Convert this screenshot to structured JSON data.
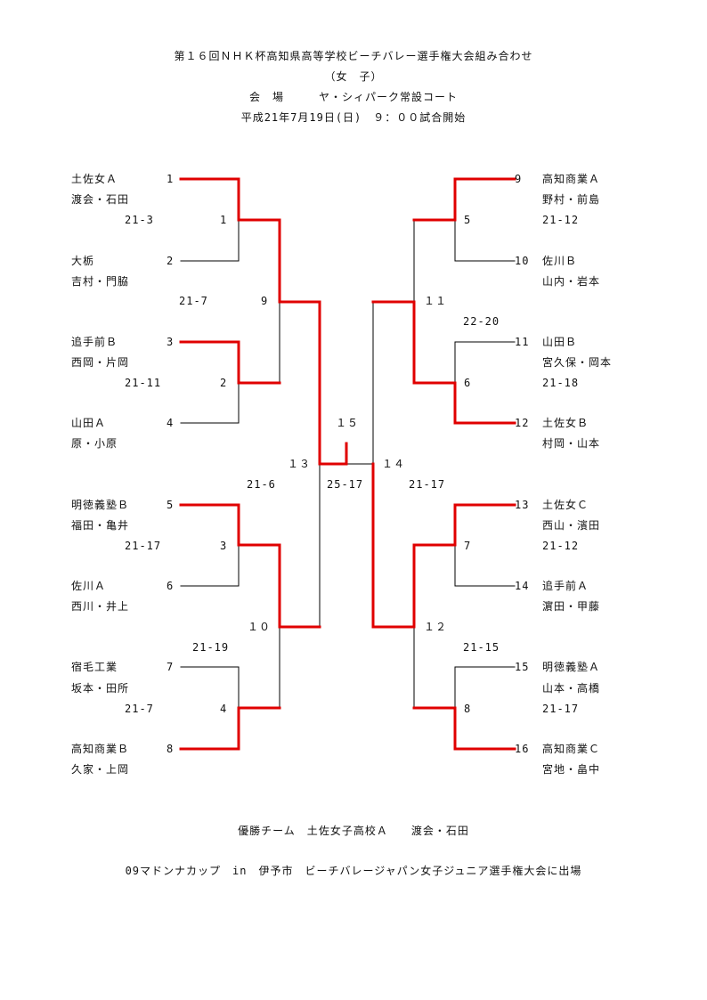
{
  "header": {
    "title": "第１６回ＮＨＫ杯高知県高等学校ビーチバレー選手権大会組み合わせ",
    "subtitle": "（女　子）",
    "venue": "会　場　　　ヤ・シィパーク常設コート",
    "date": "平成21年7月19日(日)　９：００試合開始"
  },
  "left_entries": [
    {
      "seed": "1",
      "team": "土佐女Ａ",
      "players": "渡会・石田"
    },
    {
      "seed": "2",
      "team": "大栃",
      "players": "吉村・門脇"
    },
    {
      "seed": "3",
      "team": "追手前Ｂ",
      "players": "西岡・片岡"
    },
    {
      "seed": "4",
      "team": "山田Ａ",
      "players": "原・小原"
    },
    {
      "seed": "5",
      "team": "明徳義塾Ｂ",
      "players": "福田・亀井"
    },
    {
      "seed": "6",
      "team": "佐川Ａ",
      "players": "西川・井上"
    },
    {
      "seed": "7",
      "team": "宿毛工業",
      "players": "坂本・田所"
    },
    {
      "seed": "8",
      "team": "高知商業Ｂ",
      "players": "久家・上岡"
    }
  ],
  "right_entries": [
    {
      "seed": "9",
      "team": "高知商業Ａ",
      "players": "野村・前島"
    },
    {
      "seed": "10",
      "team": "佐川Ｂ",
      "players": "山内・岩本"
    },
    {
      "seed": "11",
      "team": "山田Ｂ",
      "players": "宮久保・岡本"
    },
    {
      "seed": "12",
      "team": "土佐女Ｂ",
      "players": "村岡・山本"
    },
    {
      "seed": "13",
      "team": "土佐女Ｃ",
      "players": "西山・濱田"
    },
    {
      "seed": "14",
      "team": "追手前Ａ",
      "players": "濵田・甲藤"
    },
    {
      "seed": "15",
      "team": "明徳義塾Ａ",
      "players": "山本・高橋"
    },
    {
      "seed": "16",
      "team": "高知商業Ｃ",
      "players": "宮地・畠中"
    }
  ],
  "matches": {
    "m1": {
      "label": "1",
      "score": "21-3"
    },
    "m2": {
      "label": "2",
      "score": "21-11"
    },
    "m3": {
      "label": "3",
      "score": "21-17"
    },
    "m4": {
      "label": "4",
      "score": "21-7"
    },
    "m5": {
      "label": "5",
      "score": "21-12"
    },
    "m6": {
      "label": "6",
      "score": "21-18"
    },
    "m7": {
      "label": "7",
      "score": "21-12"
    },
    "m8": {
      "label": "8",
      "score": "21-17"
    },
    "m9": {
      "label": "9",
      "score": "21-7"
    },
    "m10": {
      "label": "１０",
      "score": "21-19"
    },
    "m11": {
      "label": "１１",
      "score": "22-20"
    },
    "m12": {
      "label": "１２",
      "score": "21-15"
    },
    "m13": {
      "label": "１３",
      "score": "21-6"
    },
    "m14": {
      "label": "１４",
      "score": "21-17"
    },
    "m15": {
      "label": "１５",
      "score": "25-17"
    }
  },
  "footer": {
    "winner": "優勝チーム　土佐女子高校Ａ　　渡会・石田",
    "note": "09マドンナカップ　in　伊予市　ビーチバレージャパン女子ジュニア選手権大会に出場"
  },
  "colors": {
    "winner_line": "#e00000",
    "line": "#000000"
  }
}
